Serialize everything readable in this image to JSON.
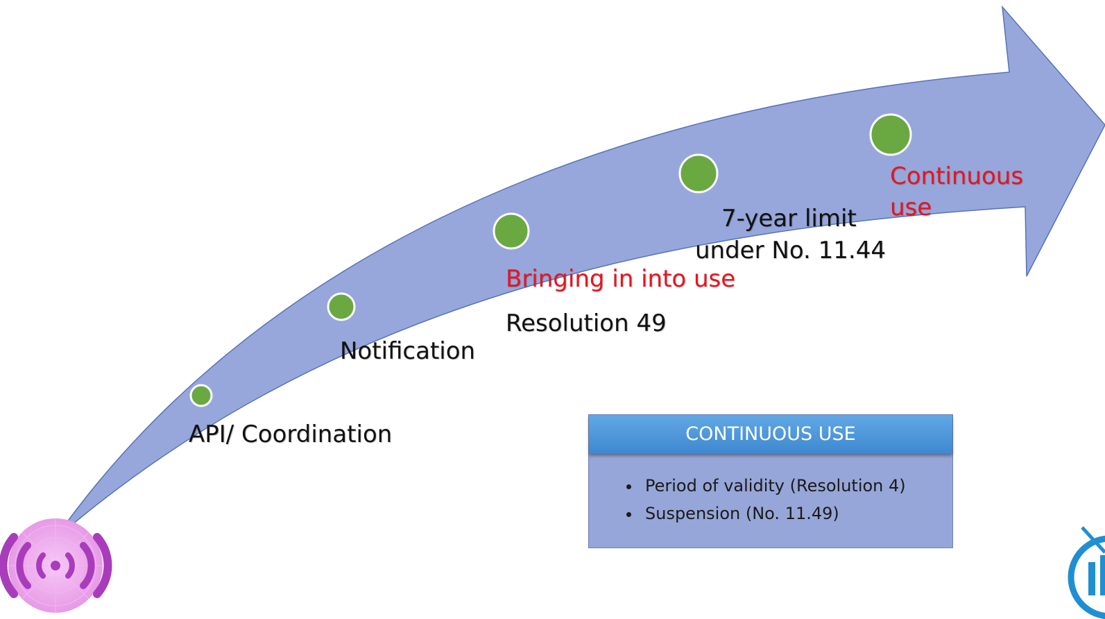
{
  "milestones": [
    {
      "label": "API/ Coordination"
    },
    {
      "label": "Notification"
    },
    {
      "label": "Bringing in into use",
      "sublabel": "Resolution 49"
    },
    {
      "label": "7-year limit",
      "label_line2": "under No. 11.44"
    },
    {
      "label": "Continuous",
      "label_line2": "use"
    }
  ],
  "info_box": {
    "title": "CONTINUOUS USE",
    "bullets": [
      "Period of validity (Resolution 4)",
      "Suspension (No. 11.49)"
    ]
  },
  "logos": {
    "left": "radio-waves-logo",
    "right": "itu-logo"
  },
  "colors": {
    "arrow_fill": "#97a7db",
    "arrow_stroke": "#5573b8",
    "milestone_dot": "#6aa842",
    "highlight_text": "#e8141e",
    "box_header": "#4a93d8"
  }
}
